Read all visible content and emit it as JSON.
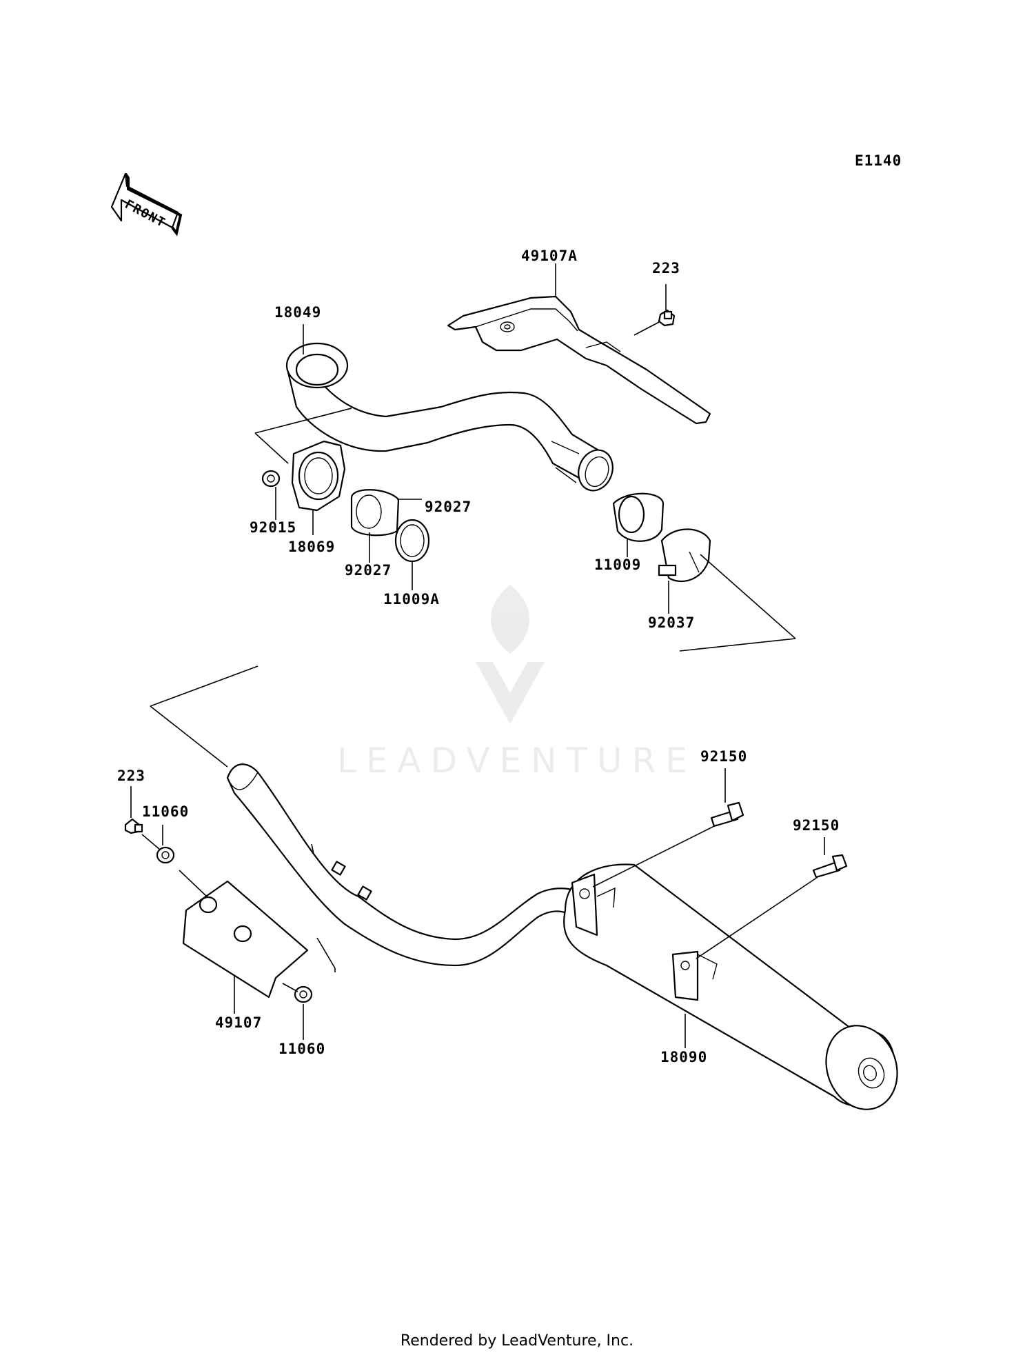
{
  "diagram_code": "E1140",
  "front_label": "FRONT",
  "watermark": "LEADVENTURE",
  "footer": "Rendered by LeadVenture, Inc.",
  "parts": {
    "p49107A": "49107A",
    "p223_top": "223",
    "p18049": "18049",
    "p92027_a": "92027",
    "p92015": "92015",
    "p18069": "18069",
    "p92027_b": "92027",
    "p11009A": "11009A",
    "p11009": "11009",
    "p92037": "92037",
    "p92150_a": "92150",
    "p92150_b": "92150",
    "p223_bottom": "223",
    "p11060_a": "11060",
    "p49107": "49107",
    "p11060_b": "11060",
    "p18090": "18090"
  }
}
